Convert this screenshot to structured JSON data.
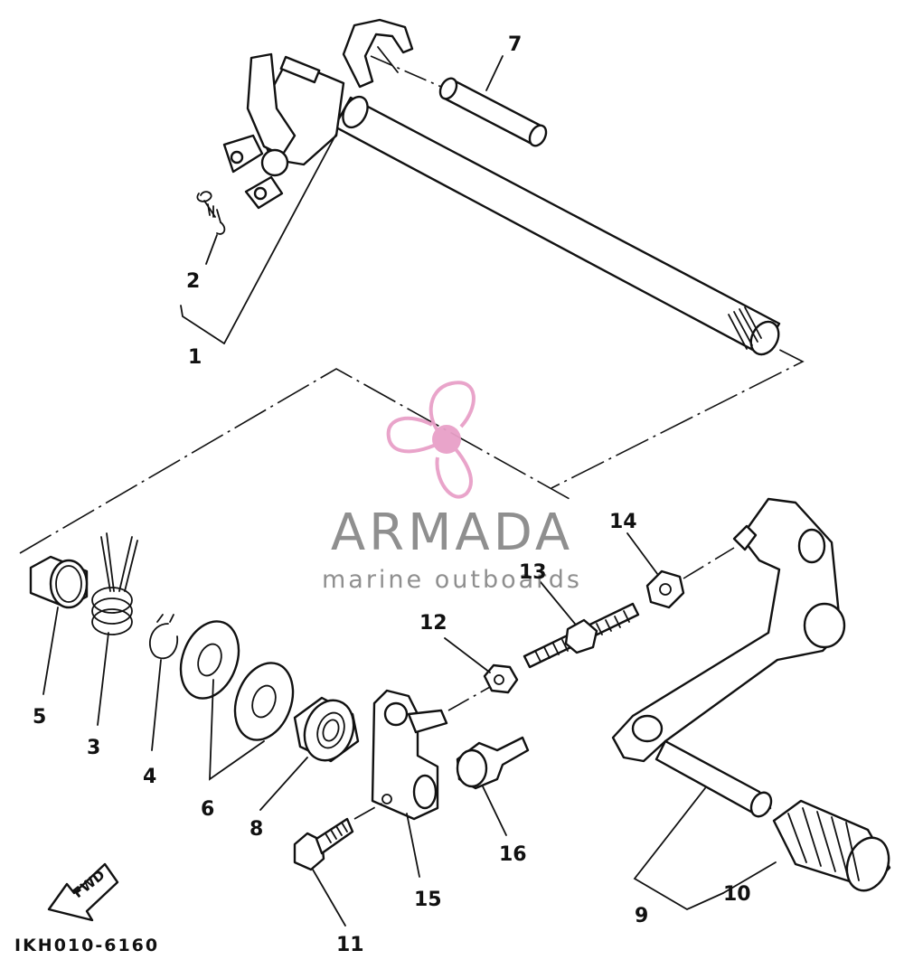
{
  "diagram": {
    "diagram_code": "IKH010-6160",
    "fwd_label": "FWD",
    "watermark": {
      "brand": "ARMADA",
      "tagline": "marine outboards",
      "color_brand": "#8a8a8a",
      "color_logo": "#e8a0c8"
    },
    "callouts": [
      {
        "id": "1",
        "label": "1"
      },
      {
        "id": "2",
        "label": "2"
      },
      {
        "id": "3",
        "label": "3"
      },
      {
        "id": "4",
        "label": "4"
      },
      {
        "id": "5",
        "label": "5"
      },
      {
        "id": "6",
        "label": "6"
      },
      {
        "id": "7",
        "label": "7"
      },
      {
        "id": "8",
        "label": "8"
      },
      {
        "id": "9",
        "label": "9"
      },
      {
        "id": "10",
        "label": "10"
      },
      {
        "id": "11",
        "label": "11"
      },
      {
        "id": "12",
        "label": "12"
      },
      {
        "id": "13",
        "label": "13"
      },
      {
        "id": "14",
        "label": "14"
      },
      {
        "id": "15",
        "label": "15"
      },
      {
        "id": "16",
        "label": "16"
      }
    ]
  }
}
